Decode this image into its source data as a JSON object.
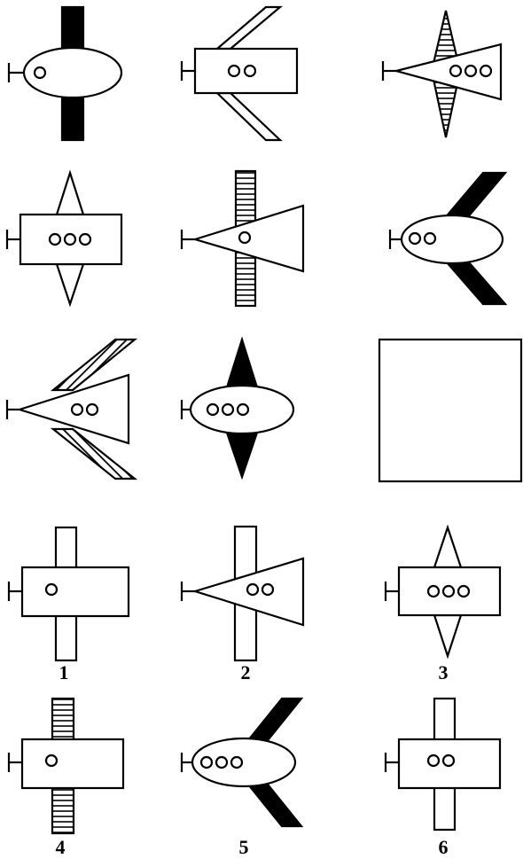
{
  "puzzle": {
    "answer_labels": [
      "1",
      "2",
      "3",
      "4",
      "5",
      "6"
    ]
  },
  "colors": {
    "ink": "#000000",
    "paper": "#ffffff"
  }
}
